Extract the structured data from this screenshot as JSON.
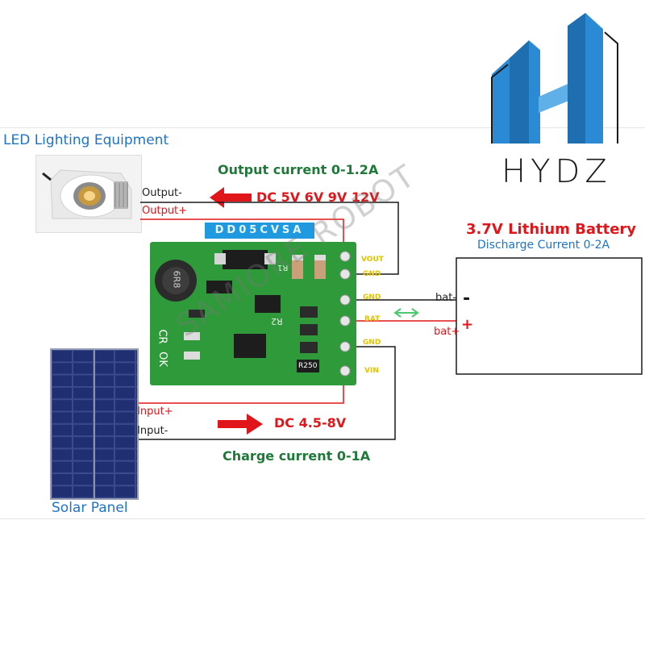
{
  "logo": {
    "text": "HYDZ",
    "colors": {
      "blue": "#2a8ad4",
      "dark": "#1b1b1b"
    }
  },
  "watermark": "SAMIORE ROBOT",
  "led": {
    "title": "LED Lighting Equipment",
    "wire_neg": "Output-",
    "wire_pos": "Output+"
  },
  "output": {
    "current": "Output current 0-1.2A",
    "voltage": "DC 5V 6V 9V 12V"
  },
  "board": {
    "model": "DD05CVSA",
    "pins": [
      "VOUT",
      "GND",
      "GND",
      "BAT",
      "GND",
      "VIN"
    ],
    "silk": {
      "r1": "R1",
      "r2": "R2",
      "cr": "CR",
      "ok": "OK",
      "resistor": "R250",
      "inductor": "6R8"
    }
  },
  "battery": {
    "title": "3.7V Lithium Battery",
    "discharge": "Discharge Current 0-2A",
    "wire_neg": "bat-",
    "wire_pos": "bat+",
    "minus": "-",
    "plus": "+"
  },
  "input": {
    "voltage": "DC 4.5-8V",
    "current": "Charge current 0-1A",
    "wire_pos": "Input+",
    "wire_neg": "Input-"
  },
  "solar": {
    "title": "Solar Panel"
  },
  "colors": {
    "green_text": "#1f7a3a",
    "red": "#e0161b",
    "blue_text": "#1f73c4",
    "pcb": "#2f9a3a",
    "model_label_bg": "#1f9ae0"
  }
}
